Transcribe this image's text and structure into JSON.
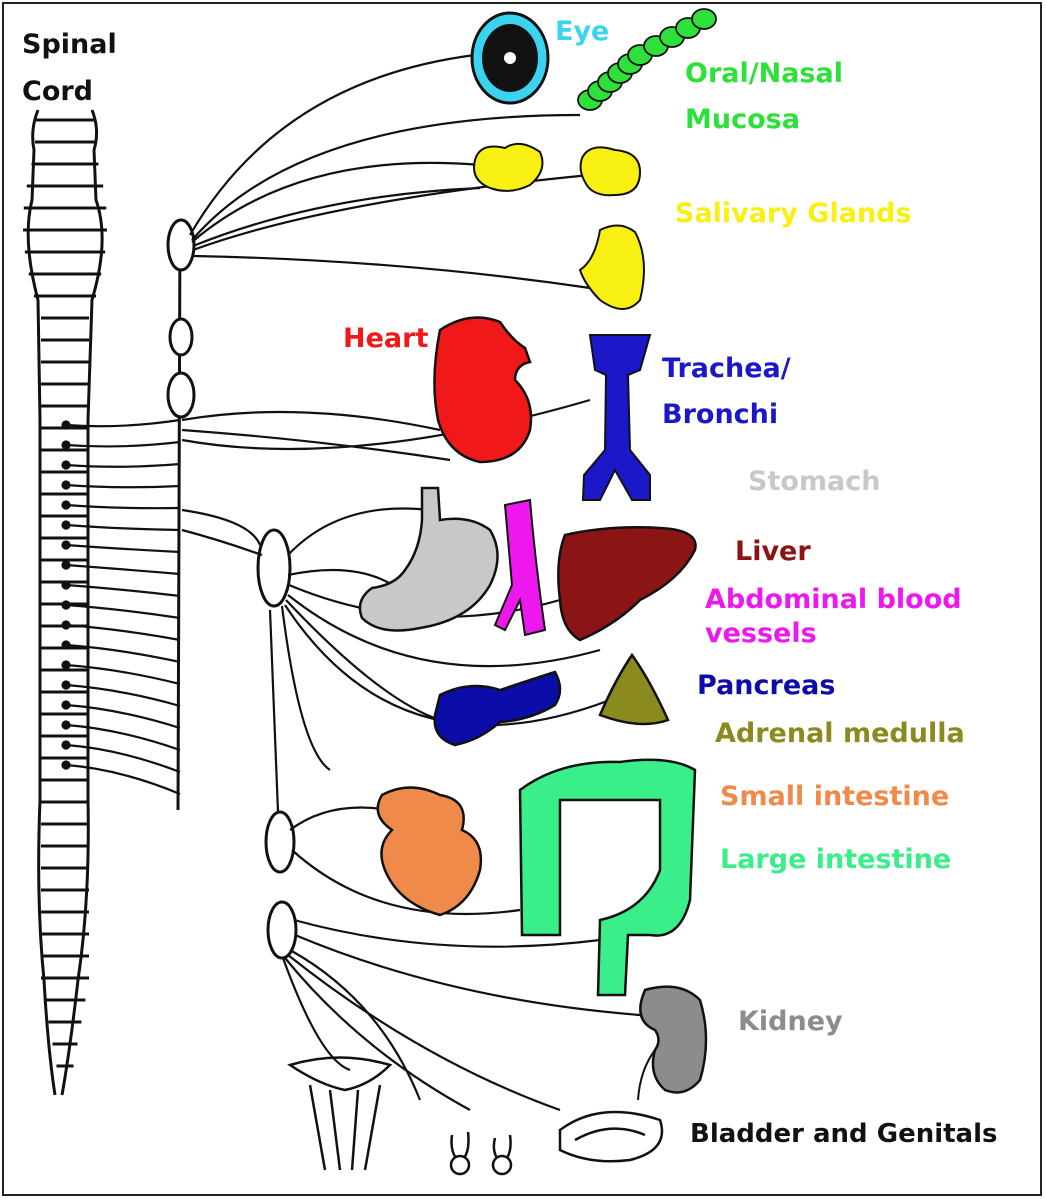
{
  "labels": {
    "spinal_cord": [
      "Spinal",
      "Cord"
    ],
    "eye": "Eye",
    "oral_nasal_mucosa": [
      "Oral/Nasal",
      "Mucosa"
    ],
    "salivary_glands": "Salivary Glands",
    "heart": "Heart",
    "trachea_bronchi": [
      "Trachea/",
      "Bronchi"
    ],
    "stomach": "Stomach",
    "liver": "Liver",
    "abdominal_blood_vessels": [
      "Abdominal blood",
      "vessels"
    ],
    "pancreas": "Pancreas",
    "adrenal_medulla": "Adrenal medulla",
    "small_intestine": "Small intestine",
    "large_intestine": "Large intestine",
    "kidney": "Kidney",
    "bladder_genitals": "Bladder and Genitals"
  },
  "colors": {
    "eye": "#3ad4ee",
    "mucosa": "#2ee03a",
    "salivary": "#f7f012",
    "heart": "#f01818",
    "trachea": "#1a18c8",
    "stomach": "#c8c8c8",
    "liver": "#8b1414",
    "vessels": "#ee18ee",
    "pancreas": "#0c0ca8",
    "adrenal": "#8a8a1e",
    "small_intestine": "#f08a4a",
    "large_intestine": "#3aee8a",
    "kidney": "#8c8c8c",
    "bladder": "#111111"
  }
}
